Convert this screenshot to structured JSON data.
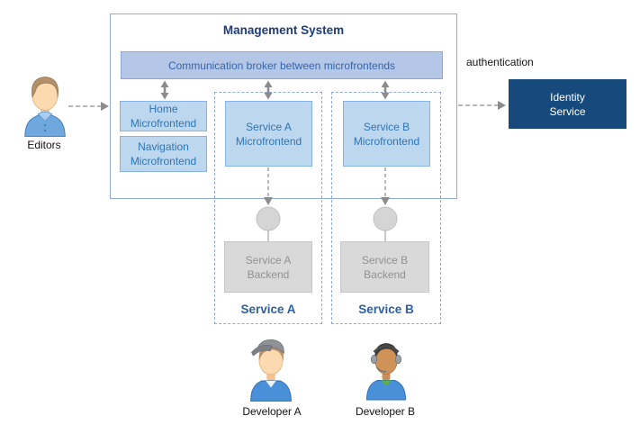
{
  "management_system": {
    "title": "Management System",
    "broker_label": "Communication broker between microfrontends",
    "home_microfrontend": "Home Microfrontend",
    "navigation_microfrontend": "Navigation Microfrontend"
  },
  "service_a": {
    "title": "Service A",
    "microfrontend": "Service A Microfrontend",
    "backend": "Service A Backend",
    "interface_icon": "lollipop-interface-icon"
  },
  "service_b": {
    "title": "Service B",
    "microfrontend": "Service B Microfrontend",
    "backend": "Service B Backend",
    "interface_icon": "lollipop-interface-icon"
  },
  "identity_service": {
    "label": "Identity Service"
  },
  "annotations": {
    "authentication": "authentication"
  },
  "actors": {
    "editors": {
      "label": "Editors",
      "icon": "person-editor-icon"
    },
    "developer_a": {
      "label": "Developer A",
      "icon": "person-developer-cap-icon"
    },
    "developer_b": {
      "label": "Developer B",
      "icon": "person-developer-headphones-icon"
    }
  },
  "colors": {
    "container_border": "#8faadc",
    "broker_fill": "#b4c7e7",
    "broker_border": "#8ca6d8",
    "broker_text": "#3565ae",
    "microfrontend_fill": "#bdd7ee",
    "microfrontend_border": "#85b4e2",
    "microfrontend_text": "#2e75b6",
    "title_text": "#1f3c78",
    "service_title_text": "#2e5fa3",
    "identity_fill": "#164a7c",
    "identity_text": "#ffffff",
    "backend_fill": "#d9d9d9",
    "backend_border": "#c6c6c6",
    "backend_text": "#929292",
    "connector_gray": "#8c8c8c",
    "label_text": "#111111"
  }
}
